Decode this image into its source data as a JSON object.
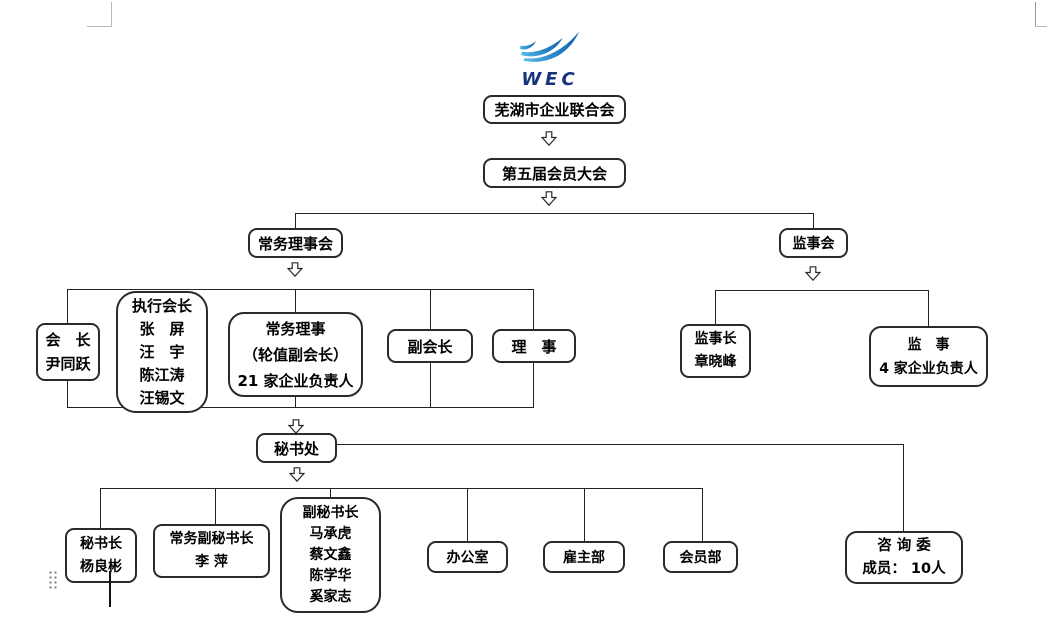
{
  "logo": {
    "name": "WEC",
    "colors": {
      "swirl_light": "#53bdea",
      "swirl_dark": "#0e5cab",
      "text": "#16337f"
    }
  },
  "nodes": {
    "federation": "芜湖市企业联合会",
    "congress": "第五届会员大会",
    "standing_council": "常务理事会",
    "supervisory_board": "监事会",
    "president": "会　长\n尹同跃",
    "executive_presidents": "执行会长\n张　屏\n汪　宇\n陈江涛\n汪锡文",
    "standing_directors": "常务理事\n（轮值副会长）\n21 家企业负责人",
    "vice_presidents": "副会长",
    "directors": "理　事",
    "chief_supervisor": "监事长\n章晓峰",
    "supervisors": "监　事\n4 家企业负责人",
    "secretariat": "秘书处",
    "secretary_general": "秘书长\n杨良彬",
    "executive_deputy_sg": "常务副秘书长\n李 萍",
    "deputy_sgs": "副秘书长\n马承虎\n蔡文鑫\n陈学华\n奚家志",
    "office": "办公室",
    "employer_dept": "雇主部",
    "membership_dept": "会员部",
    "advisory_committee": "咨 询 委\n成员：  10人"
  }
}
